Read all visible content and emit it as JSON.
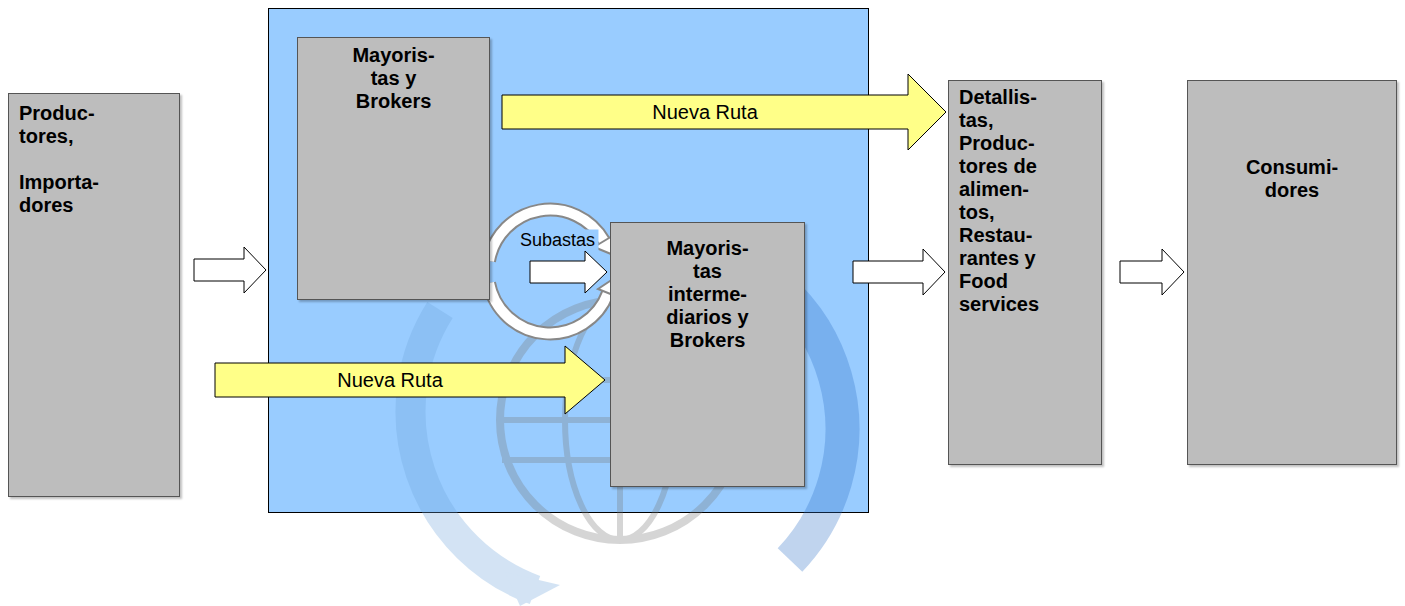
{
  "diagram": {
    "nodes": [
      {
        "text": [
          "Produc- tores,",
          "Importa- dores"
        ]
      },
      {
        "text": []
      },
      {
        "text": [
          "Mayoris- tas y Brokers"
        ],
        "in": 1
      },
      {
        "text": [
          "Mayoris- tas interme- diarios y Brokers"
        ],
        "in": 1
      },
      {
        "text": [
          "Detallis- tas, Produc- tores de alimen- tos, Restau- rantes y Food services"
        ]
      },
      {
        "text": [
          "Consumi- dores"
        ]
      }
    ],
    "edges": [
      {
        "from": 0,
        "to": 1,
        "arrow": "to"
      },
      {
        "from": 2,
        "to": 4,
        "label": "Nueva Ruta",
        "arrow": "to"
      },
      {
        "from": 2,
        "to": 3,
        "label": "Subastas",
        "arrow": "to"
      },
      {
        "from": 0,
        "to": 3,
        "label": "Nueva Ruta",
        "arrow": "to"
      },
      {
        "from": 3,
        "to": 4,
        "arrow": "to"
      },
      {
        "from": 4,
        "to": 5,
        "arrow": "to"
      }
    ]
  }
}
